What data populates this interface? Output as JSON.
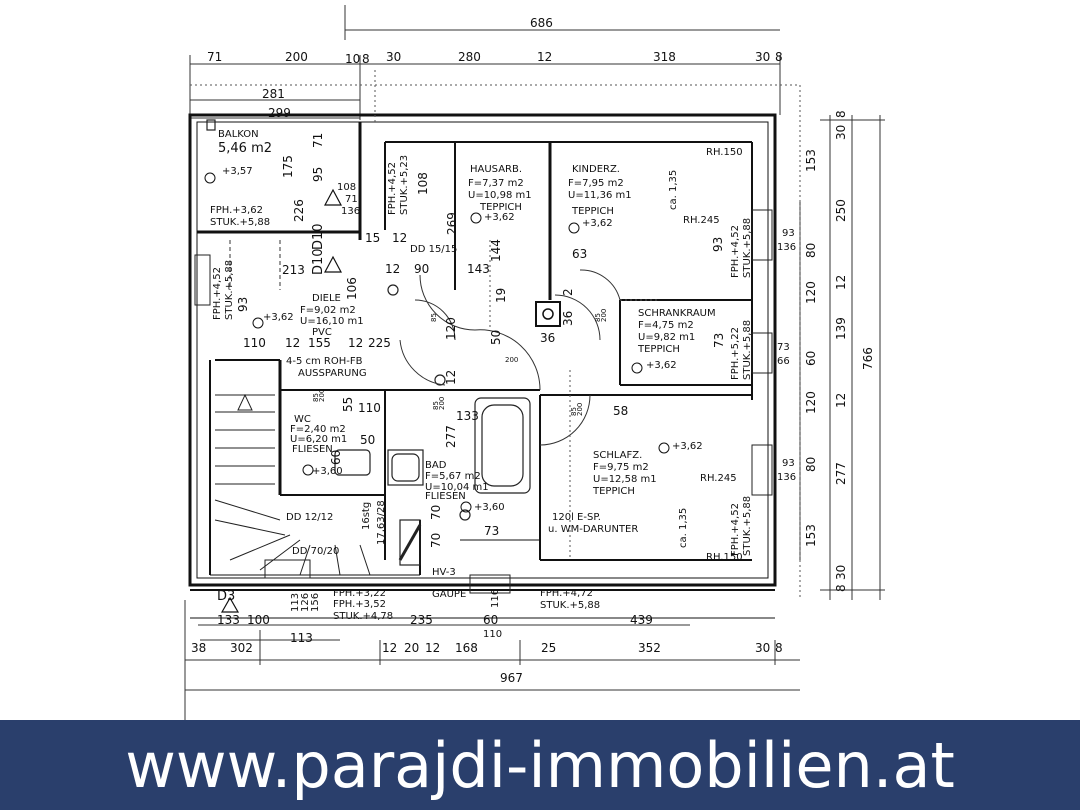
{
  "banner": {
    "url": "www.parajdi-immobilien.at",
    "bg_color": "#2a3f6c",
    "text_color": "#ffffff"
  },
  "rooms": {
    "balkon": [
      "BALKON",
      "5,46 m2",
      "+3,57"
    ],
    "dielebal": [
      "FPH.+3,62",
      "STUK.+5,88"
    ],
    "hausarb": [
      "HAUSARB.",
      "F=7,37 m2",
      "U=10,98 m1",
      "TEPPICH",
      "+3,62"
    ],
    "kinderz": [
      "KINDERZ.",
      "F=7,95 m2",
      "U=11,36 m1",
      "TEPPICH",
      "+3,62"
    ],
    "diele": [
      "DIELE",
      "F=9,02 m2",
      "U=16,10 m1",
      "PVC",
      "+3,62"
    ],
    "schrank": [
      "SCHRANKRAUM",
      "F=4,75 m2",
      "U=9,82 m1",
      "TEPPICH",
      "+3,62"
    ],
    "wc": [
      "WC",
      "F=2,40 m2",
      "U=6,20 m1",
      "FLIESEN",
      "+3,60"
    ],
    "bad": [
      "BAD",
      "F=5,67 m2",
      "U=10,04 m1",
      "FLIESEN",
      "+3,60"
    ],
    "schlafz": [
      "SCHLAFZ.",
      "F=9,75 m2",
      "U=12,58 m1",
      "TEPPICH",
      "+3,62"
    ],
    "aussparung": [
      "4-5 cm ROH-FB",
      "AUSSPARUNG"
    ],
    "gaupe": [
      "GAUPE"
    ],
    "wm": [
      "120l E-SP.",
      "u. WM-DARUNTER"
    ],
    "hv": [
      "HV-3"
    ],
    "d3": [
      "D3"
    ],
    "dd1": [
      "DD 15/15"
    ],
    "dd2": [
      "DD 12/12"
    ],
    "dd3": [
      "DD 70/20"
    ],
    "stair": [
      "16stg",
      "17,63/28"
    ]
  },
  "heights": {
    "h1": [
      "FPH.+4,52",
      "STUK.+5,88"
    ],
    "h2": [
      "FPH.+4,52",
      "STUK.+5,23"
    ],
    "h3": [
      "FPH.+4,52",
      "STUK.+5,88"
    ],
    "h4": [
      "FPH.+5,22",
      "STUK.+5,88"
    ],
    "h5": [
      "FPH.+4,52",
      "STUK.+5,88"
    ],
    "h6": [
      "FPH.+3,22",
      "FPH.+3,52",
      "STUK.+4,78"
    ],
    "h7": [
      "FPH.+4,72",
      "STUK.+5,88"
    ]
  },
  "notes": {
    "rh1": "RH.150",
    "rh2": "RH.245",
    "rh3": "RH.245",
    "rh4": "RH.150",
    "ca1": "ca. 1,35",
    "ca2": "ca. 1,35",
    "d10a": "D10",
    "d10b": "D10"
  },
  "dims": {
    "top": [
      "686",
      "71",
      "200",
      "10",
      "8",
      "30",
      "280",
      "12",
      "318",
      "30",
      "8",
      "281",
      "299"
    ],
    "bottom": [
      "38",
      "302",
      "113",
      "12",
      "20",
      "12",
      "168",
      "25",
      "352",
      "30",
      "8",
      "967",
      "133",
      "100",
      "235",
      "60",
      "439",
      "110"
    ],
    "right": [
      "8",
      "30",
      "153",
      "250",
      "80",
      "120",
      "12",
      "139",
      "60",
      "120",
      "12",
      "80",
      "277",
      "153",
      "8",
      "30",
      "766"
    ],
    "inner": [
      "175",
      "95",
      "71",
      "108",
      "71",
      "136",
      "108",
      "213",
      "226",
      "269",
      "144",
      "143",
      "90",
      "12",
      "15",
      "12",
      "19",
      "63",
      "36",
      "2",
      "93",
      "136",
      "93",
      "73",
      "66",
      "93",
      "136",
      "58",
      "73",
      "110",
      "12",
      "155",
      "12",
      "225",
      "213",
      "106",
      "93",
      "50",
      "70",
      "133",
      "277",
      "60",
      "55",
      "110",
      "50",
      "120",
      "36",
      "12",
      "85",
      "85",
      "200",
      "200",
      "85",
      "200",
      "85",
      "200",
      "85",
      "200",
      "70",
      "113",
      "126",
      "156",
      "73",
      "116"
    ]
  }
}
